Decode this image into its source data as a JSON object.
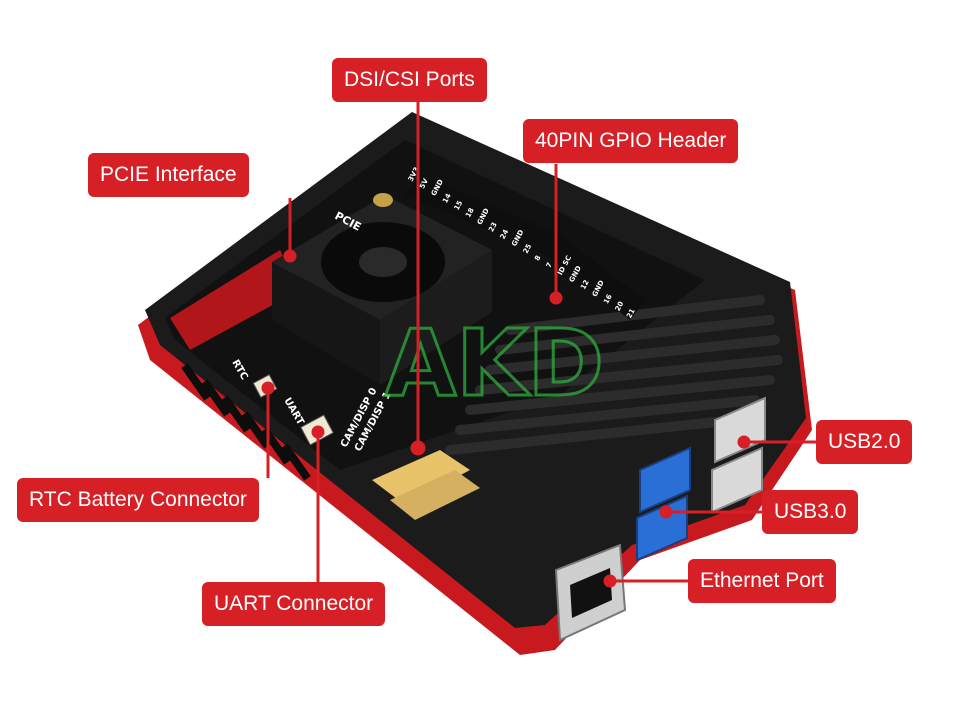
{
  "callouts": {
    "dsi_csi": "DSI/CSI Ports",
    "gpio": "40PIN GPIO Header",
    "pcie": "PCIE Interface",
    "usb2": "USB2.0",
    "usb3": "USB3.0",
    "ethernet": "Ethernet Port",
    "rtc": "RTC Battery Connector",
    "uart": "UART Connector"
  },
  "case_labels": {
    "pcie": "PCIE",
    "rtc": "RTC",
    "uart": "UART",
    "cam0": "CAM/DISP 0",
    "cam1": "CAM/DISP 1"
  },
  "gpio_labels": [
    "3V3",
    "5V",
    "GND",
    "14",
    "15",
    "18",
    "GND",
    "23",
    "24",
    "GND",
    "25",
    "8",
    "7",
    "ID SC",
    "GND",
    "12",
    "GND",
    "16",
    "20",
    "21"
  ],
  "watermark": "AKD",
  "colors": {
    "callout": "#d71f26",
    "case_red": "#c81a1e",
    "case_black": "#1a1a1a",
    "usb3_blue": "#2a6fd6"
  }
}
